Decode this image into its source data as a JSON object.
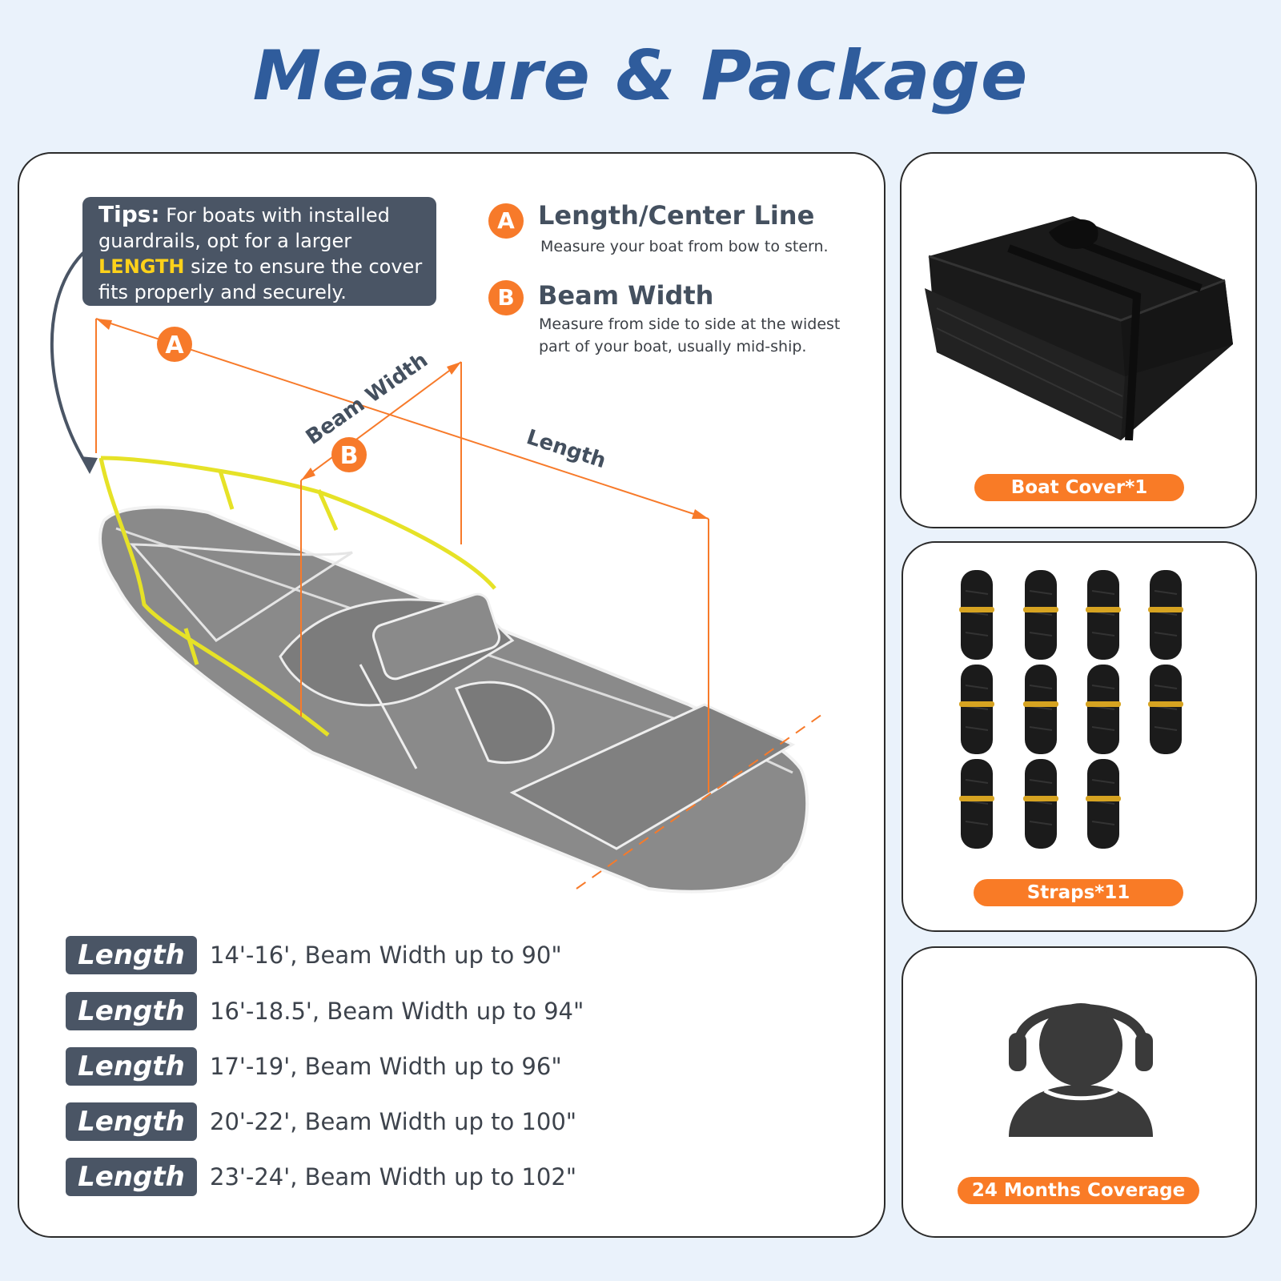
{
  "title": "Measure & Package",
  "tips": {
    "lead": "Tips:",
    "text_part1": " For boats with installed guardrails, opt for a larger ",
    "highlight": "LENGTH",
    "text_part2": " size to ensure the cover fits properly and securely."
  },
  "measurements": [
    {
      "badge": "A",
      "title": "Length/Center Line",
      "desc": "Measure your boat from bow to stern."
    },
    {
      "badge": "B",
      "title": "Beam Width",
      "desc_line1": "Measure from side to side at the widest",
      "desc_line2": "part of your boat, usually mid-ship."
    }
  ],
  "diagram": {
    "label_a": "A",
    "label_b": "B",
    "beam_label": "Beam Width",
    "length_label": "Length"
  },
  "specs": [
    {
      "tag": "Length",
      "text": "14'-16', Beam Width up to 90\""
    },
    {
      "tag": "Length",
      "text": "16'-18.5', Beam Width up to 94\""
    },
    {
      "tag": "Length",
      "text": "17'-19', Beam Width up to 96\""
    },
    {
      "tag": "Length",
      "text": "20'-22', Beam Width up to 100\""
    },
    {
      "tag": "Length",
      "text": "23'-24', Beam Width up to 102\""
    }
  ],
  "package": [
    {
      "label": "Boat Cover*1",
      "icon": "folded-cover-icon"
    },
    {
      "label": "Straps*11",
      "icon": "strap-roll-icon"
    },
    {
      "label": "24 Months Coverage",
      "icon": "support-headset-icon"
    }
  ],
  "colors": {
    "title": "#2f5c9c",
    "accent": "#f97b26",
    "dark_label": "#4a5565",
    "highlight": "#ffd21a",
    "rail": "#e6e227"
  }
}
